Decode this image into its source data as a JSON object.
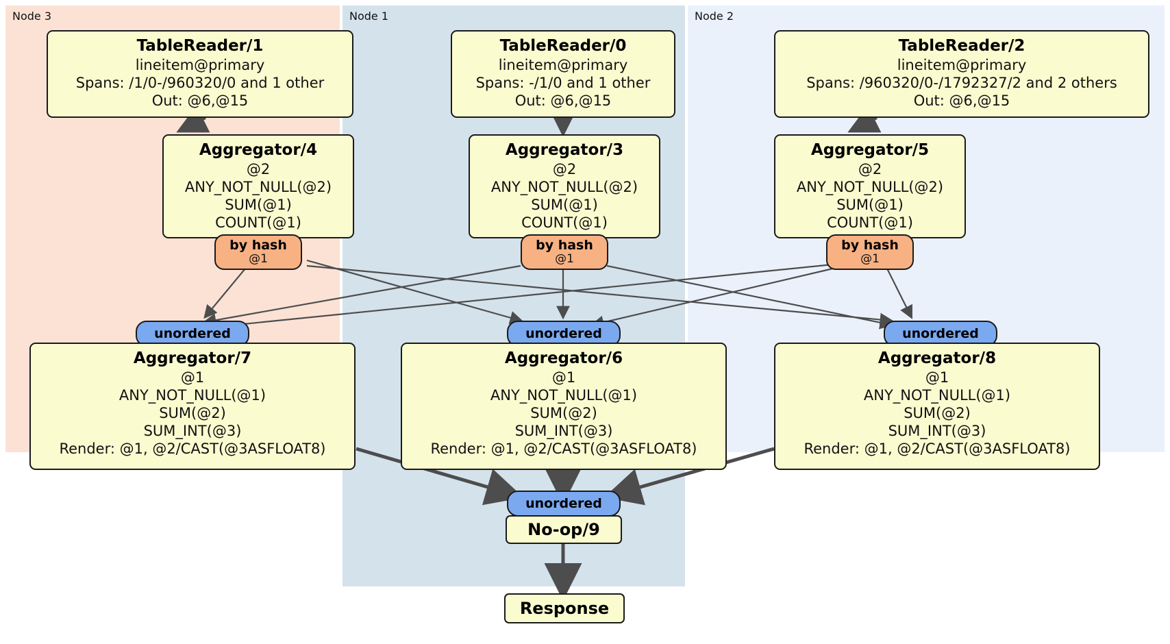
{
  "diagram": {
    "type": "distributed-query-plan",
    "colors": {
      "node3_panel": "#fbe2d5",
      "node1_panel": "#d4e2ec",
      "node2_panel": "#eaf1fb",
      "processor_fill": "#fbfbd0",
      "processor_border": "#1a1a1a",
      "hash_badge": "#f7b183",
      "unordered_badge": "#7aa9f0",
      "edge": "#4d4d4d"
    },
    "nodes": [
      {
        "id": "node3",
        "label": "Node 3"
      },
      {
        "id": "node1",
        "label": "Node 1"
      },
      {
        "id": "node2",
        "label": "Node 2"
      }
    ],
    "processors": [
      {
        "id": "tablereader1",
        "title": "TableReader/1",
        "lines": [
          "lineitem@primary",
          "Spans: /1/0-/960320/0 and 1 other",
          "Out: @6,@15"
        ]
      },
      {
        "id": "tablereader0",
        "title": "TableReader/0",
        "lines": [
          "lineitem@primary",
          "Spans: -/1/0 and 1 other",
          "Out: @6,@15"
        ]
      },
      {
        "id": "tablereader2",
        "title": "TableReader/2",
        "lines": [
          "lineitem@primary",
          "Spans: /960320/0-/1792327/2 and 2 others",
          "Out: @6,@15"
        ]
      },
      {
        "id": "aggregator4",
        "title": "Aggregator/4",
        "lines": [
          "@2",
          "ANY_NOT_NULL(@2)",
          "SUM(@1)",
          "COUNT(@1)"
        ]
      },
      {
        "id": "aggregator3",
        "title": "Aggregator/3",
        "lines": [
          "@2",
          "ANY_NOT_NULL(@2)",
          "SUM(@1)",
          "COUNT(@1)"
        ]
      },
      {
        "id": "aggregator5",
        "title": "Aggregator/5",
        "lines": [
          "@2",
          "ANY_NOT_NULL(@2)",
          "SUM(@1)",
          "COUNT(@1)"
        ]
      },
      {
        "id": "aggregator7",
        "title": "Aggregator/7",
        "lines": [
          "@1",
          "ANY_NOT_NULL(@1)",
          "SUM(@2)",
          "SUM_INT(@3)",
          "Render: @1, @2/CAST(@3ASFLOAT8)"
        ]
      },
      {
        "id": "aggregator6",
        "title": "Aggregator/6",
        "lines": [
          "@1",
          "ANY_NOT_NULL(@1)",
          "SUM(@2)",
          "SUM_INT(@3)",
          "Render: @1, @2/CAST(@3ASFLOAT8)"
        ]
      },
      {
        "id": "aggregator8",
        "title": "Aggregator/8",
        "lines": [
          "@1",
          "ANY_NOT_NULL(@1)",
          "SUM(@2)",
          "SUM_INT(@3)",
          "Render: @1, @2/CAST(@3ASFLOAT8)"
        ]
      }
    ],
    "small_processors": [
      {
        "id": "noop9",
        "title": "No-op/9"
      },
      {
        "id": "response",
        "title": "Response"
      }
    ],
    "router_badges": [
      {
        "id": "hash_left",
        "kind": "by hash",
        "column": "@1"
      },
      {
        "id": "hash_center",
        "kind": "by hash",
        "column": "@1"
      },
      {
        "id": "hash_right",
        "kind": "by hash",
        "column": "@1"
      }
    ],
    "sync_badges": [
      {
        "id": "unordered_left",
        "label": "unordered"
      },
      {
        "id": "unordered_center",
        "label": "unordered"
      },
      {
        "id": "unordered_right",
        "label": "unordered"
      },
      {
        "id": "unordered_final",
        "label": "unordered"
      }
    ]
  }
}
